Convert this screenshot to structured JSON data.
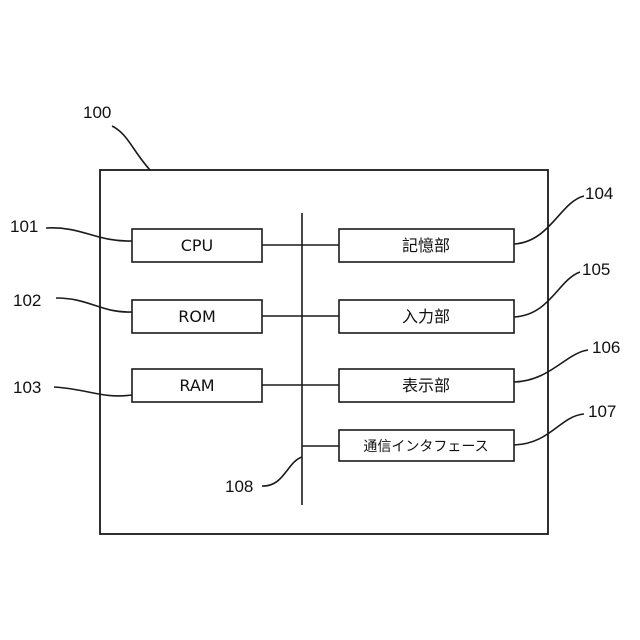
{
  "refs": {
    "device": "100",
    "cpu": "101",
    "rom": "102",
    "ram": "103",
    "storage": "104",
    "input": "105",
    "display": "106",
    "comm": "107",
    "bus": "108"
  },
  "blocks": {
    "cpu": "CPU",
    "rom": "ROM",
    "ram": "RAM",
    "storage": "記憶部",
    "input": "入力部",
    "display": "表示部",
    "comm": "通信インタフェース"
  }
}
